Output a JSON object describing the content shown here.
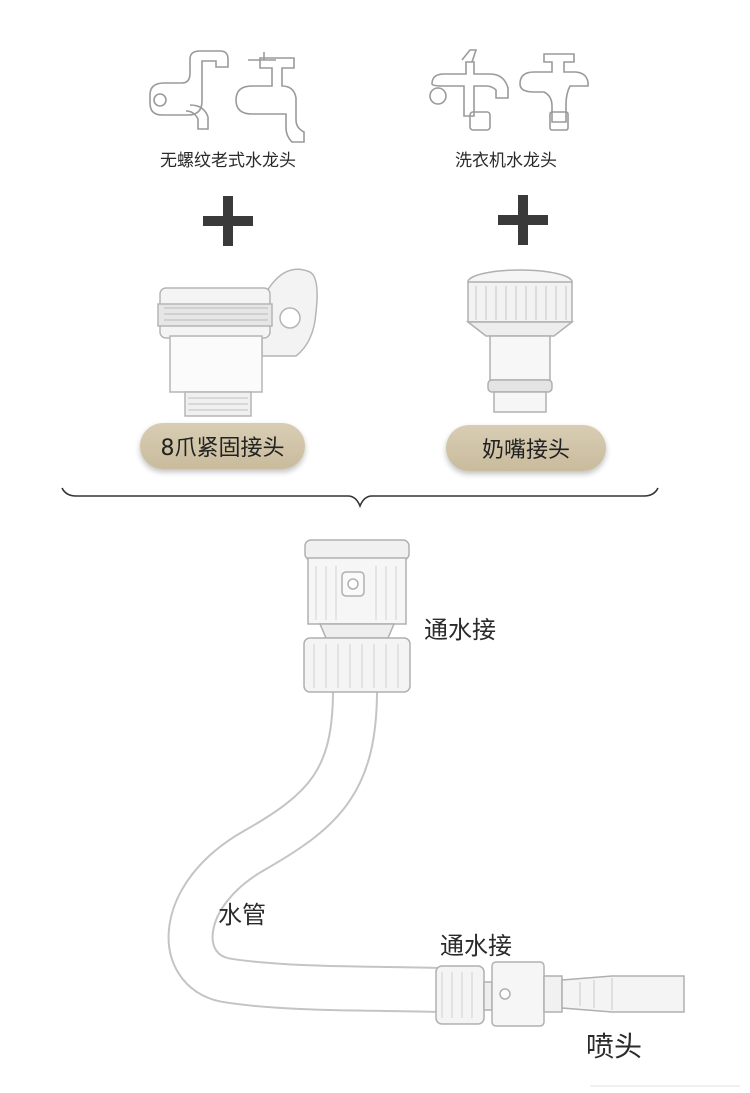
{
  "top_left": {
    "caption": "无螺纹老式水龙头",
    "adapter_label": "8爪紧固接头"
  },
  "top_right": {
    "caption": "洗衣机水龙头",
    "adapter_label": "奶嘴接头"
  },
  "plus_symbol": "+",
  "lower": {
    "connector_top_label": "通水接",
    "hose_label": "水管",
    "connector_bottom_label": "通水接",
    "nozzle_label": "喷头"
  },
  "colors": {
    "pill": "#d2c6aa",
    "line": "#9a9a9a",
    "plus": "#3a3a3a"
  }
}
